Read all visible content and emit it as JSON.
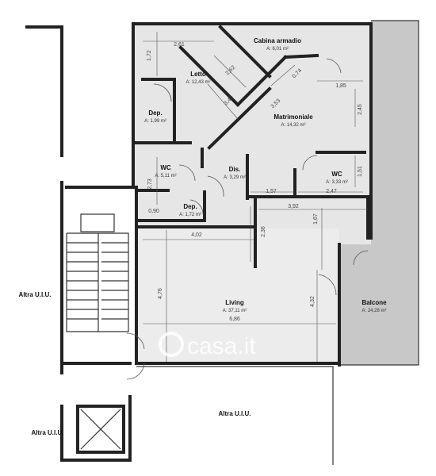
{
  "rooms": {
    "cabina_armadio": {
      "name": "Cabina armadio",
      "area": "A: 6,01 m²"
    },
    "letto": {
      "name": "Letto",
      "area": "A: 12,43 m²"
    },
    "dep_top": {
      "name": "Dep.",
      "area": "A: 1,99 m²"
    },
    "matrimoniale": {
      "name": "Matrimoniale",
      "area": "A: 14,32 m²"
    },
    "wc_left": {
      "name": "WC",
      "area": "A: 5,11 m²"
    },
    "dis": {
      "name": "Dis.",
      "area": "A: 3,29 m²"
    },
    "wc_right": {
      "name": "WC",
      "area": "A: 3,33 m²"
    },
    "dep_bottom": {
      "name": "Dep.",
      "area": "A: 1,72 m²"
    },
    "living": {
      "name": "Living",
      "area": "A: 37,11 m²"
    },
    "balcone": {
      "name": "Balcone",
      "area": "A: 24,28 m²"
    }
  },
  "other_units": {
    "left": "Altra U.I.U.",
    "bottom": "Altra U.I.U.",
    "bottom_left": "Altra U.I.U."
  },
  "dimensions": {
    "d261": "2,61",
    "d172": "1,72",
    "d262": "2,62",
    "d340": "3,40",
    "d353": "3,53",
    "d074": "0,74",
    "d185": "1,85",
    "d245": "2,45",
    "d273": "2,73",
    "d090": "0,90",
    "d157": "1,57",
    "d247": "2,47",
    "d151": "1,51",
    "d392": "3,92",
    "d167": "1,67",
    "d236": "2,36",
    "d402": "4,02",
    "d476": "4,76",
    "d432": "4,32",
    "d686": "6,86"
  },
  "watermark": "casa.it"
}
